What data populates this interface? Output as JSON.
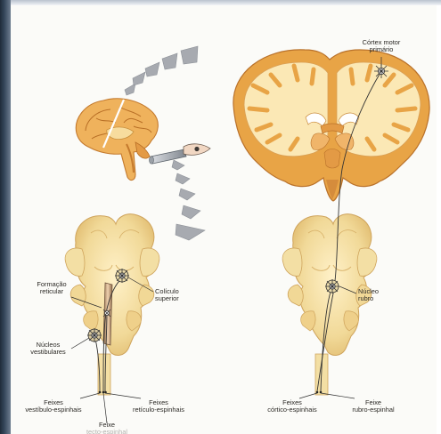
{
  "labels": {
    "cortex_line1": "Córtex motor",
    "cortex_line2": "primário",
    "reticular_line1": "Formação",
    "reticular_line2": "reticular",
    "colliculus_line1": "Colículo",
    "colliculus_line2": "superior",
    "vestibular_line1": "Núcleos",
    "vestibular_line2": "vestibulares",
    "red_nucleus_line1": "Núcleo",
    "red_nucleus_line2": "rubro",
    "vestibulospinal_line1": "Feixes",
    "vestibulospinal_line2": "vestíbulo-espinhais",
    "reticulospinal_line1": "Feixes",
    "reticulospinal_line2": "retículo-espinhais",
    "tectospinal_line1": "Feixe",
    "tectospinal_line2": "tecto-espinhal",
    "corticospinal_line1": "Feixes",
    "corticospinal_line2": "córtico-espinhais",
    "rubrospinal_line1": "Feixe",
    "rubrospinal_line2": "rubro-espinhal"
  },
  "colors": {
    "tissue": "#f3dfa4",
    "tissue_shadow": "#e4c27a",
    "cortex": "#e8a446",
    "cortex_dark": "#c9782c",
    "white_matter": "#fbe8b5",
    "pathway": "#3a3a3a",
    "arrow_grey": "#a7aab0"
  }
}
